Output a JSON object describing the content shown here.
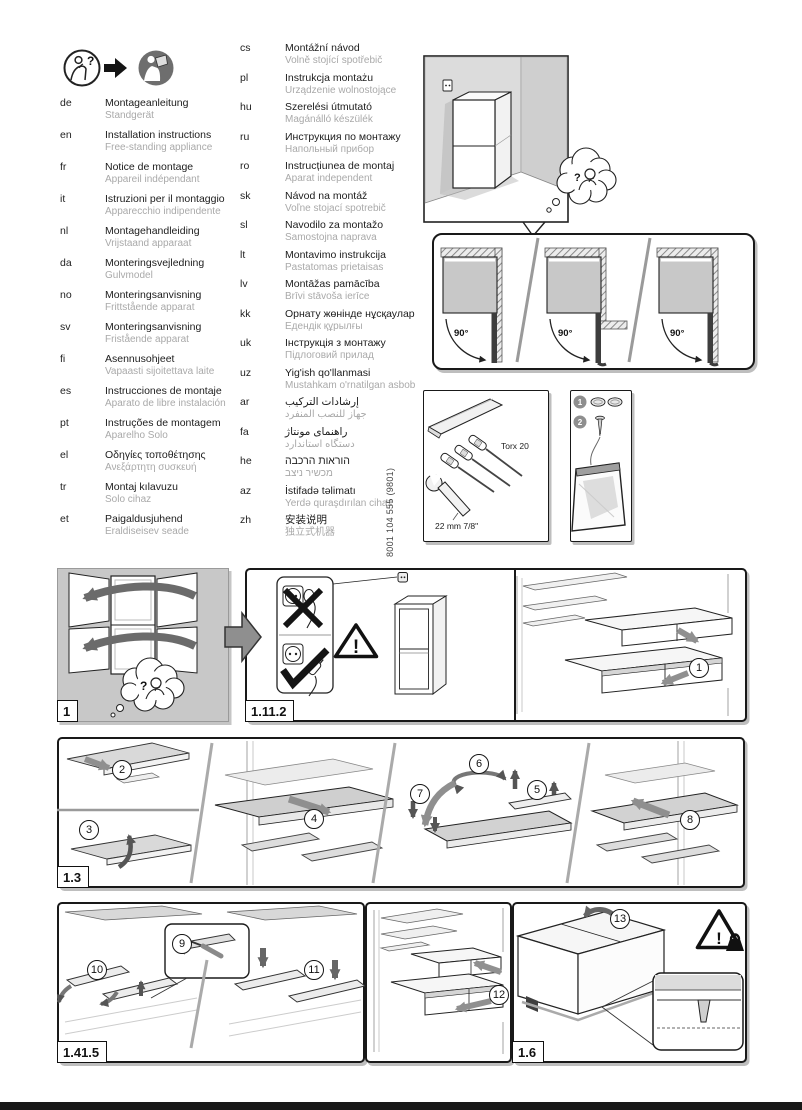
{
  "page": {
    "vertical_code": "8001 104 555 (9801)"
  },
  "symbols": {
    "question_mark": "?",
    "exclamation": "!"
  },
  "languages_left": [
    {
      "code": "de",
      "title": "Montageanleitung",
      "subtitle": "Standgerät"
    },
    {
      "code": "en",
      "title": "Installation instructions",
      "subtitle": "Free-standing appliance"
    },
    {
      "code": "fr",
      "title": "Notice de montage",
      "subtitle": "Appareil indépendant"
    },
    {
      "code": "it",
      "title": "Istruzioni per il montaggio",
      "subtitle": "Apparecchio indipendente"
    },
    {
      "code": "nl",
      "title": "Montagehandleiding",
      "subtitle": "Vrijstaand apparaat"
    },
    {
      "code": "da",
      "title": "Monteringsvejledning",
      "subtitle": "Gulvmodel"
    },
    {
      "code": "no",
      "title": "Monteringsanvisning",
      "subtitle": "Frittstående apparat"
    },
    {
      "code": "sv",
      "title": "Monteringsanvisning",
      "subtitle": "Fristående apparat"
    },
    {
      "code": "fi",
      "title": "Asennusohjeet",
      "subtitle": "Vapaasti sijoitettava laite"
    },
    {
      "code": "es",
      "title": "Instrucciones de montaje",
      "subtitle": "Aparato de libre instalación"
    },
    {
      "code": "pt",
      "title": "Instruções de montagem",
      "subtitle": "Aparelho Solo"
    },
    {
      "code": "el",
      "title": "Οδηγίες τοποθέτησης",
      "subtitle": "Ανεξάρτητη συσκευή"
    },
    {
      "code": "tr",
      "title": "Montaj kılavuzu",
      "subtitle": "Solo cihaz"
    },
    {
      "code": "et",
      "title": "Paigaldusjuhend",
      "subtitle": "Eraldiseisev seade"
    }
  ],
  "languages_right": [
    {
      "code": "cs",
      "title": "Montážní návod",
      "subtitle": "Volně stojící spotřebič"
    },
    {
      "code": "pl",
      "title": "Instrukcja montażu",
      "subtitle": "Urządzenie wolnostojące"
    },
    {
      "code": "hu",
      "title": "Szerelési útmutató",
      "subtitle": "Magánálló készülék"
    },
    {
      "code": "ru",
      "title": "Инструкция по монтажу",
      "subtitle": "Напольный прибор"
    },
    {
      "code": "ro",
      "title": "Instrucțiunea de montaj",
      "subtitle": "Aparat independent"
    },
    {
      "code": "sk",
      "title": "Návod na montáž",
      "subtitle": "Voľne stojací spotrebič"
    },
    {
      "code": "sl",
      "title": "Navodilo za montažo",
      "subtitle": "Samostojna naprava"
    },
    {
      "code": "lt",
      "title": "Montavimo instrukcija",
      "subtitle": "Pastatomas prietaisas"
    },
    {
      "code": "lv",
      "title": "Montāžas pamācība",
      "subtitle": "Brīvi stāvoša ierīce"
    },
    {
      "code": "kk",
      "title": "Орнату жөнінде нұсқаулар",
      "subtitle": "Едендік құрылғы"
    },
    {
      "code": "uk",
      "title": "Інструкція з монтажу",
      "subtitle": "Підлоговий прилад"
    },
    {
      "code": "uz",
      "title": "Yig'ish qo'llanmasi",
      "subtitle": "Mustahkam o'rnatilgan asbob"
    },
    {
      "code": "ar",
      "title": "إرشادات التركيب",
      "subtitle": "جهاز للنصب المنفرد"
    },
    {
      "code": "fa",
      "title": "راهنمای مونتاژ",
      "subtitle": "دستگاه استاندارد"
    },
    {
      "code": "he",
      "title": "הוראות הרכבה",
      "subtitle": "מכשיר ניצב"
    },
    {
      "code": "az",
      "title": "İstifadə təlimatı",
      "subtitle": "Yerdə quraşdırılan cihaz"
    },
    {
      "code": "zh",
      "title": "安装说明",
      "subtitle": "独立式机器"
    }
  ],
  "door_swing": {
    "angles": [
      "90°",
      "90°",
      "90°"
    ]
  },
  "tools": {
    "torx": "Torx 20",
    "wrench": "22 mm  7/8\""
  },
  "parts": {
    "item1": "1",
    "item2": "2"
  },
  "panels": {
    "p1": "1",
    "p1112": "1.11.2",
    "p13": "1.3",
    "p1415": "1.41.5",
    "p16": "1.6"
  },
  "steps": [
    "1",
    "2",
    "3",
    "4",
    "5",
    "6",
    "7",
    "8",
    "9",
    "10",
    "11",
    "12",
    "13"
  ]
}
